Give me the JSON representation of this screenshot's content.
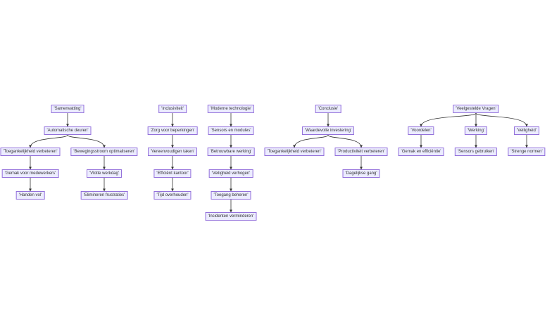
{
  "diagram": {
    "colors": {
      "node_fill": "#ececff",
      "node_border": "#9370db",
      "edge": "#333333",
      "text": "#333333"
    },
    "nodes": {
      "samenvatting": "'Samenvatting'",
      "automatische_deuren": "'Automatische deuren'",
      "toegankelijkheid_1": "'Toegankelijkheid verbeteren'",
      "bewegingsstroom": "'Bewegingsstroom optimaliseren'",
      "gemak_medewerkers": "'Gemak voor medewerkers'",
      "vlotte_werkdag": "'Vlotte werkdag'",
      "handen_vol": "'Handen vol'",
      "elimineren": "'Elimineren frustraties'",
      "inclusiviteit": "'Inclusiviteit'",
      "zorg_beperkingen": "'Zorg voor beperkingen'",
      "vereenvoudigen": "'Vereenvoudigen taken'",
      "efficient_kantoor": "'Efficiënt kantoor'",
      "tijd_overhouden": "'Tijd overhouden'",
      "moderne_technologie": "'Moderne technologie'",
      "sensors_modules": "'Sensors en modules'",
      "betrouwbare_werking": "'Betrouwbare werking'",
      "veiligheid_verhogen": "'Veiligheid verhogen'",
      "toegang_beheren": "'Toegang beheren'",
      "incidenten": "'Incidenten verminderen'",
      "conclusie": "'Conclusie'",
      "waardevolle_investering": "'Waardevolle investering'",
      "toegankelijkheid_2": "'Toegankelijkheid verbeteren'",
      "productiviteit": "'Productiviteit verbeteren'",
      "dagelijkse_gang": "'Dagelijkse gang'",
      "veelgestelde_vragen": "'Veelgestelde Vragen'",
      "voordelen": "'Voordelen'",
      "werking": "'Werking'",
      "veiligheid": "'Veiligheid'",
      "gemak_efficientie": "'Gemak en efficiëntie'",
      "sensors_gebruiken": "'Sensors gebruiken'",
      "strenge_normen": "'Strenge normen'"
    }
  }
}
